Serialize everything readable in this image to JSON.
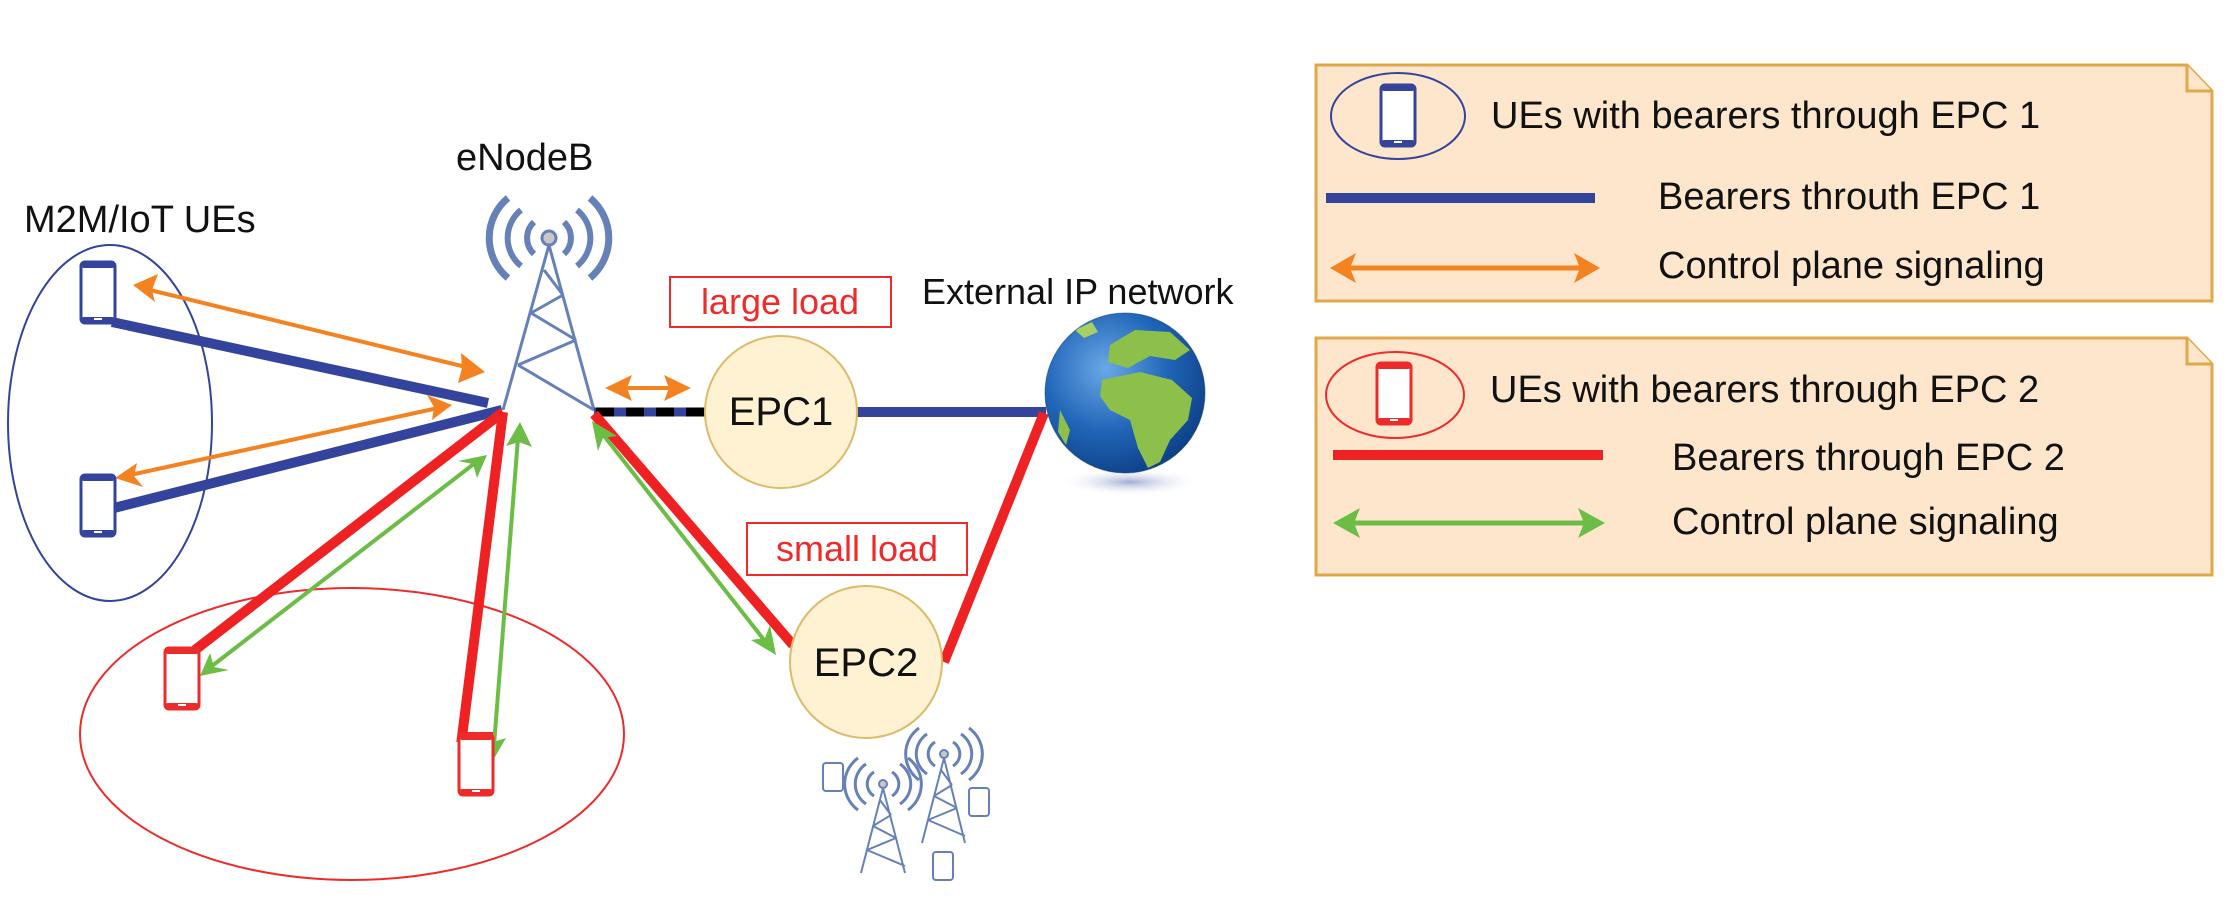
{
  "diagram": {
    "title_labels": {
      "ue_group": "M2M/IoT UEs",
      "enodeb": "eNodeB",
      "external_network": "External IP network"
    },
    "nodes": {
      "epc1": {
        "label": "EPC1",
        "load_label": "large load"
      },
      "epc2": {
        "label": "EPC2",
        "load_label": "small load"
      }
    },
    "ue_groups": [
      {
        "name": "epc1-group",
        "color": "#34449c",
        "ue_count": 2
      },
      {
        "name": "epc2-group",
        "color": "#ee2b2b",
        "ue_count": 2
      }
    ],
    "links": [
      {
        "type": "bearer",
        "via": "EPC1",
        "color": "#34449c"
      },
      {
        "type": "control",
        "via": "EPC1",
        "color": "#f58220"
      },
      {
        "type": "bearer",
        "via": "EPC2",
        "color": "#ee2222"
      },
      {
        "type": "control",
        "via": "EPC2",
        "color": "#6cbd45"
      }
    ]
  },
  "legend": [
    {
      "ue_label": "UEs with bearers through EPC 1",
      "bearer_label": "Bearers throuth EPC 1",
      "control_label": "Control plane signaling",
      "ue_color": "#34449c",
      "bearer_color": "#34449c",
      "control_color": "#f58220"
    },
    {
      "ue_label": "UEs with bearers through EPC 2",
      "bearer_label": "Bearers through EPC 2",
      "control_label": "Control plane signaling",
      "ue_color": "#ee2b2b",
      "bearer_color": "#ee2222",
      "control_color": "#6cbd45"
    }
  ],
  "colors": {
    "tower": "#6680b8",
    "epc_fill": "#fef2d2",
    "epc_stroke": "#dcbb6a",
    "legend_fill": "#fde6cc",
    "legend_border": "#e0a84a"
  }
}
